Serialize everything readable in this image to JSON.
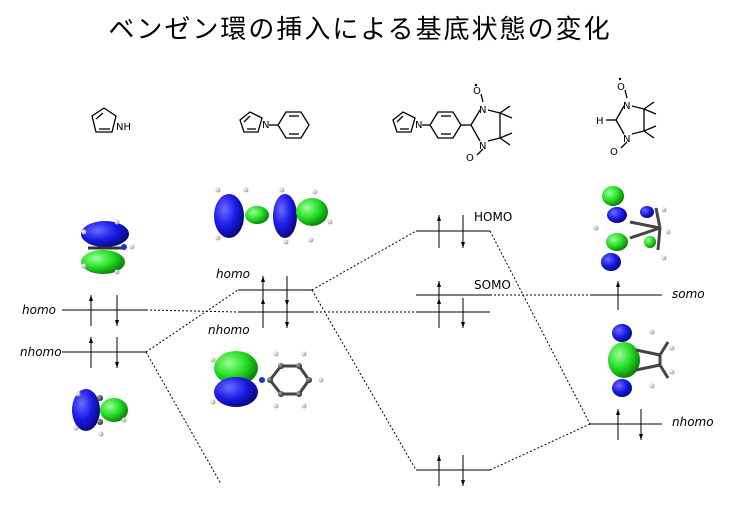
{
  "title": "ベンゼン環の挿入による基底状態の変化",
  "molecules": {
    "pyrrole_nh": "NH",
    "phenylpyrrole_n": "N",
    "radical_n1": "N",
    "radical_n2": "N",
    "radical_n3": "N",
    "radical_o1": "O",
    "radical_o2": "O",
    "nn_h": "H",
    "nn_n1": "N",
    "nn_n2": "N",
    "nn_o1": "O",
    "nn_o2": "O"
  },
  "levels": {
    "pyrrole_homo": "homo",
    "pyrrole_nhomo": "nhomo",
    "phenyl_homo": "homo",
    "phenyl_nhomo": "nhomo",
    "radical_homo": "HOMO",
    "radical_somo": "SOMO",
    "nn_somo": "somo",
    "nn_nhomo": "nhomo"
  },
  "colors": {
    "lobe_blue": "#1a1aff",
    "lobe_green": "#22dd22",
    "carbon": "#444444",
    "hydrogen": "#cccccc",
    "nitrogen": "#2233cc",
    "line": "#000000"
  }
}
